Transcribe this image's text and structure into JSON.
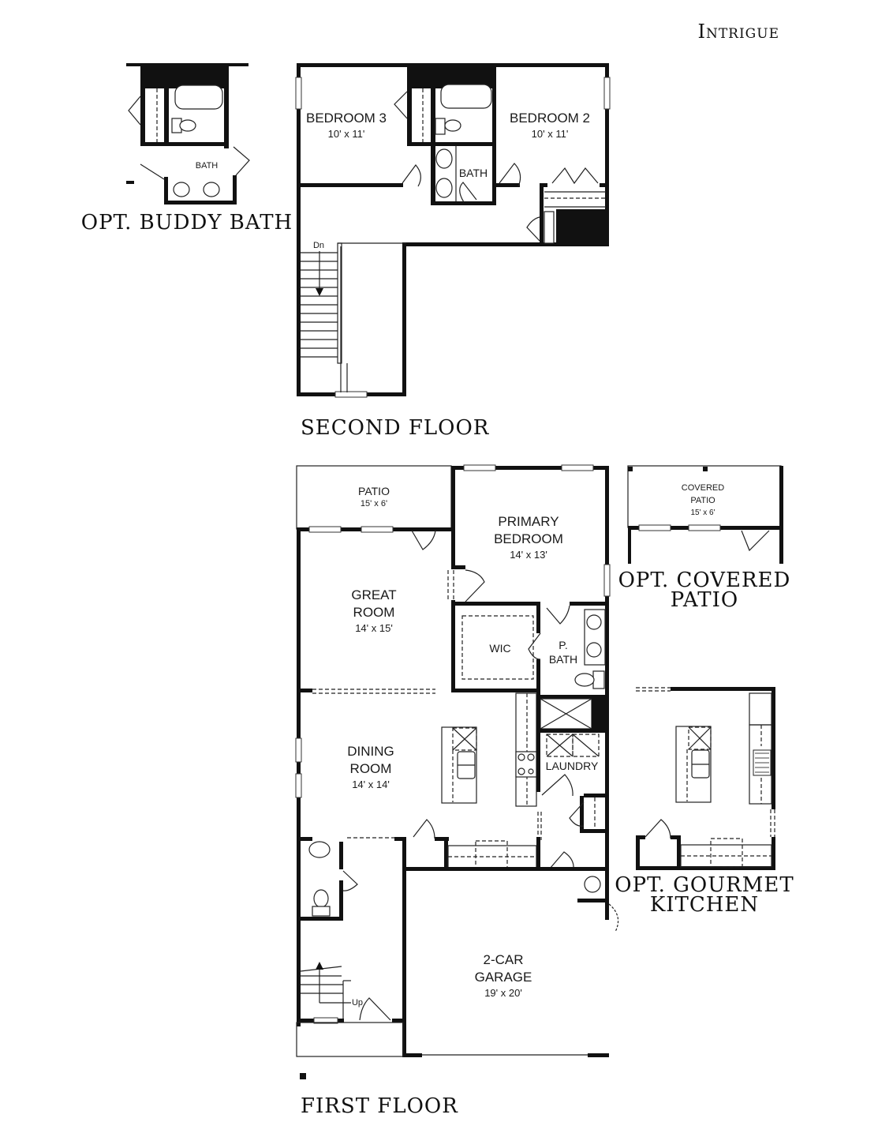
{
  "plan_name": "Intrigue",
  "optional_buddy_bath": {
    "title": "OPT. BUDDY BATH",
    "rooms": [
      {
        "name": "BATH"
      }
    ]
  },
  "second_floor": {
    "title": "SECOND FLOOR",
    "rooms": [
      {
        "name": "BEDROOM 3",
        "size": "10' x 11'"
      },
      {
        "name": "BEDROOM 2",
        "size": "10' x 11'"
      },
      {
        "name": "BATH"
      }
    ],
    "stair_label": "Dn"
  },
  "first_floor": {
    "title": "FIRST FLOOR",
    "rooms": [
      {
        "name": "PATIO",
        "size": "15' x 6'"
      },
      {
        "name_line1": "PRIMARY",
        "name_line2": "BEDROOM",
        "size": "14' x 13'"
      },
      {
        "name_line1": "GREAT",
        "name_line2": "ROOM",
        "size": "14' x 15'"
      },
      {
        "name": "WIC"
      },
      {
        "name_line1": "P.",
        "name_line2": "BATH"
      },
      {
        "name_line1": "DINING",
        "name_line2": "ROOM",
        "size": "14' x 14'"
      },
      {
        "name": "LAUNDRY"
      },
      {
        "name_line1": "2-CAR",
        "name_line2": "GARAGE",
        "size": "19' x 20'"
      }
    ],
    "stair_label": "Up"
  },
  "optional_covered_patio": {
    "title_line1": "OPT. COVERED",
    "title_line2": "PATIO",
    "room": {
      "name_line1": "COVERED",
      "name_line2": "PATIO",
      "size": "15' x 6'"
    }
  },
  "optional_gourmet_kitchen": {
    "title_line1": "OPT. GOURMET",
    "title_line2": "KITCHEN"
  }
}
